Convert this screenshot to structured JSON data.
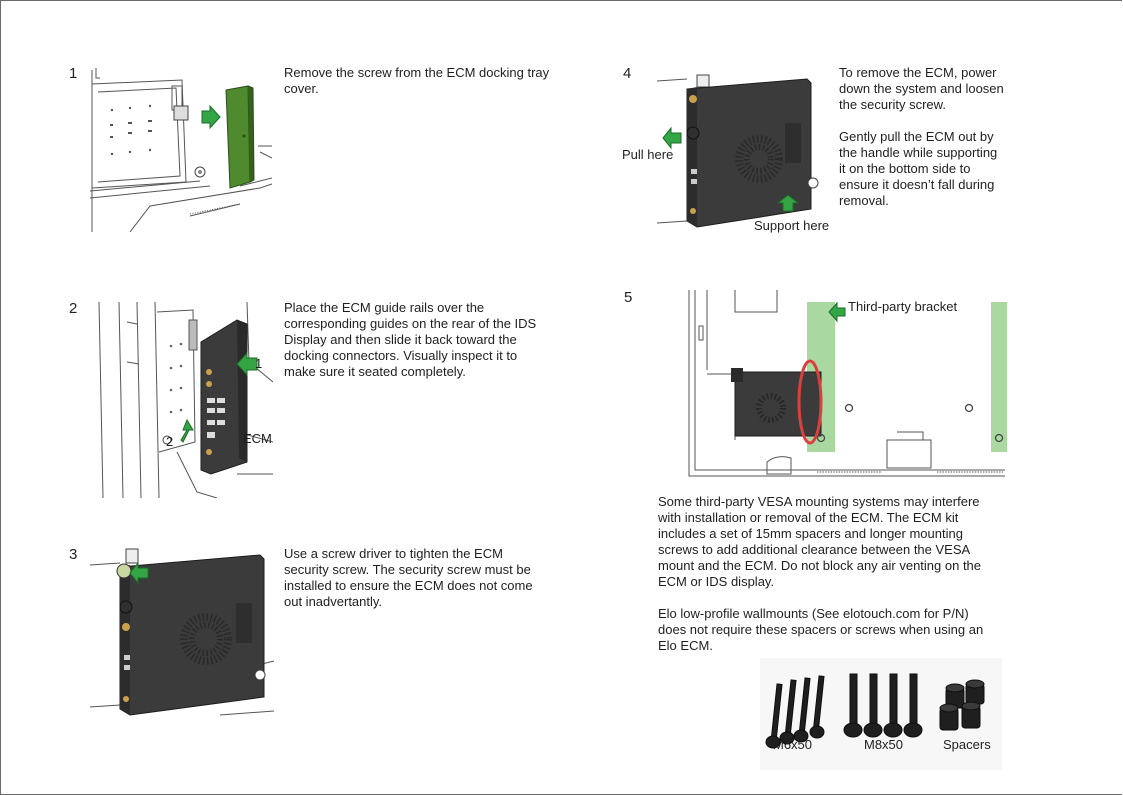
{
  "steps": [
    {
      "number": "1",
      "text": "Remove the screw from the ECM docking tray\ncover."
    },
    {
      "number": "2",
      "text": "Place the ECM guide rails over the\ncorresponding guides on the rear of the IDS\nDisplay and then slide it back toward the\ndocking connectors. Visually inspect it to\nmake sure it seated completely.",
      "callouts": {
        "arrow1": "1",
        "arrow2": "2",
        "ecm": "ECM"
      }
    },
    {
      "number": "3",
      "text": "Use a screw driver to tighten the ECM\nsecurity screw. The security screw must be\ninstalled to ensure the ECM does not come\nout inadvertantly."
    },
    {
      "number": "4",
      "text": "To remove the ECM, power\ndown the system and loosen\nthe security screw.\n\nGently pull the ECM out by\nthe handle while supporting\nit on the bottom side to\nensure it doesn’t fall during\nremoval.",
      "callouts": {
        "pull": "Pull here",
        "support": "Support here"
      }
    },
    {
      "number": "5",
      "text": "Some third-party VESA mounting systems may interfere\nwith installation or removal of the ECM. The ECM kit\nincludes a set of 15mm spacers and longer mounting\nscrews to add additional clearance between the VESA\nmount and the ECM. Do not block any air venting on the\nECM or IDS display.\n\nElo low-profile wallmounts (See elotouch.com for P/N)\ndoes not require these spacers or screws when using an\nElo ECM.",
      "callouts": {
        "bracket": "Third-party bracket"
      }
    }
  ],
  "hardware": {
    "m6": "M6x50",
    "m8": "M8x50",
    "spacers": "Spacers"
  },
  "colors": {
    "arrow": "#33a544",
    "bracket": "#a9d9a0",
    "ring": "#d9413d",
    "ecm_body": "#3b3b3b",
    "cover": "#4f8a2e"
  }
}
